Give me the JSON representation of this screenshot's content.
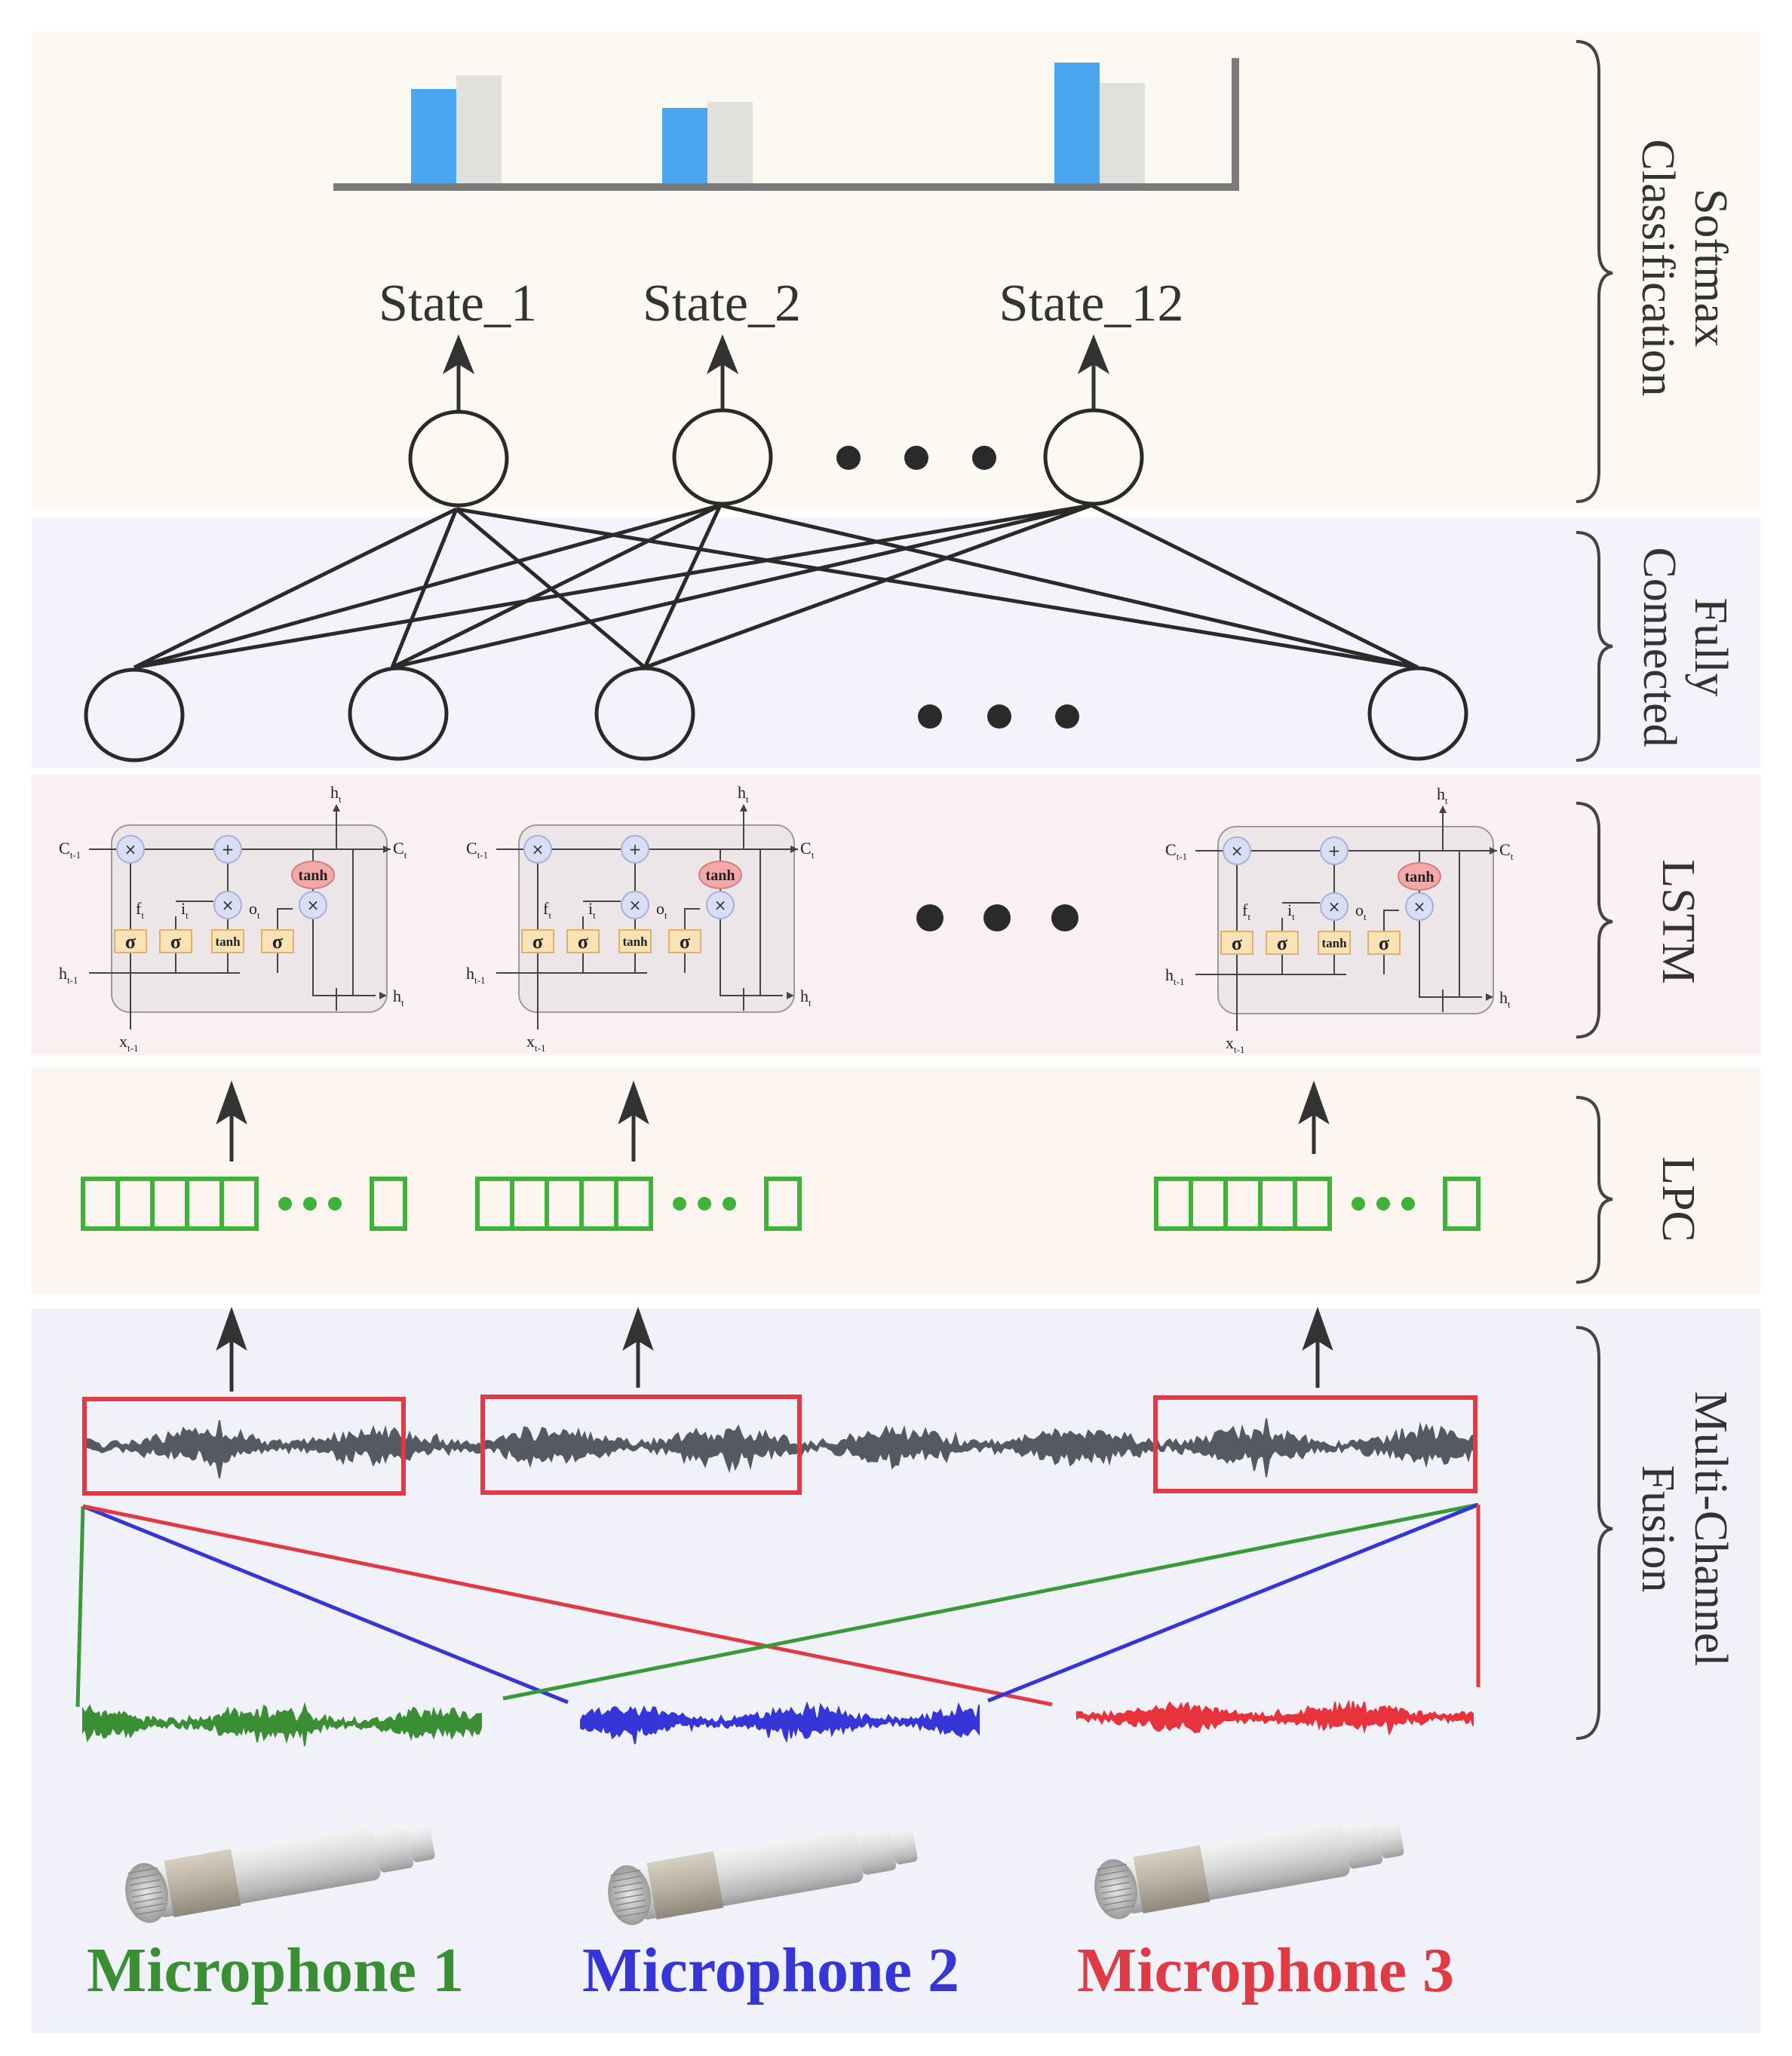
{
  "sections": {
    "softmax": {
      "label_line1": "Softmax",
      "label_line2": "Classification",
      "bg": "#fbf9f2"
    },
    "fully_connected": {
      "label_line1": "Fully",
      "label_line2": "Connected",
      "bg": "#f4f2fa"
    },
    "lstm": {
      "label": "LSTM",
      "bg": "#fbf0f2"
    },
    "lpc": {
      "label": "LPC",
      "bg": "#fdf6f0"
    },
    "fusion": {
      "label_line1": "Multi-Channel",
      "label_line2": "Fusion",
      "bg": "#f1f1fa"
    }
  },
  "states": [
    "State_1",
    "State_2",
    "State_12"
  ],
  "lstm_cell": {
    "c_in": "C",
    "c_in_sub": "t-1",
    "c_out": "C",
    "c_out_sub": "t",
    "h_top": "h",
    "h_top_sub": "t",
    "h_in": "h",
    "h_in_sub": "t-1",
    "h_out": "h",
    "h_out_sub": "t",
    "x_in": "x",
    "x_in_sub": "t-1",
    "f": "f",
    "f_sub": "t",
    "i": "i",
    "i_sub": "t",
    "o": "o",
    "o_sub": "t",
    "tanh_top": "tanh",
    "sigma": "σ",
    "tanh_gate": "tanh",
    "times": "×",
    "plus": "+"
  },
  "microphones": [
    {
      "label": "Microphone 1",
      "color": "#3a8f35"
    },
    {
      "label": "Microphone 2",
      "color": "#3535d8"
    },
    {
      "label": "Microphone 3",
      "color": "#e03a44"
    }
  ],
  "colors": {
    "bar_blue": "#4aa6ef",
    "bar_gray": "#e0e0dc",
    "lpc_green": "#3fb23a",
    "window_red": "#e03a44",
    "wave_gray": "#555a62",
    "line_dark": "#333333"
  }
}
